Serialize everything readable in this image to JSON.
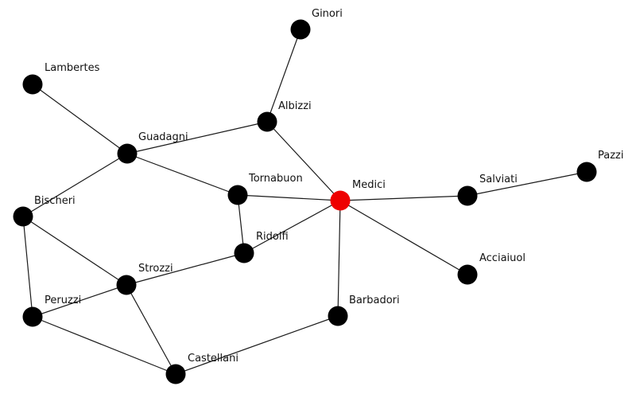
{
  "colors": {
    "default_node": "#000000",
    "highlight_node": "#ee0000",
    "edge": "#1a1a1a",
    "background": "#ffffff"
  },
  "highlighted_node": "Medici",
  "nodes": [
    {
      "id": "Ginori",
      "label": "Ginori"
    },
    {
      "id": "Lambertes",
      "label": "Lambertes"
    },
    {
      "id": "Albizzi",
      "label": "Albizzi"
    },
    {
      "id": "Guadagni",
      "label": "Guadagni"
    },
    {
      "id": "Pazzi",
      "label": "Pazzi"
    },
    {
      "id": "Tornabuon",
      "label": "Tornabuon"
    },
    {
      "id": "Medici",
      "label": "Medici"
    },
    {
      "id": "Salviati",
      "label": "Salviati"
    },
    {
      "id": "Bischeri",
      "label": "Bischeri"
    },
    {
      "id": "Ridolfi",
      "label": "Ridolfi"
    },
    {
      "id": "Acciaiuol",
      "label": "Acciaiuol"
    },
    {
      "id": "Strozzi",
      "label": "Strozzi"
    },
    {
      "id": "Peruzzi",
      "label": "Peruzzi"
    },
    {
      "id": "Barbadori",
      "label": "Barbadori"
    },
    {
      "id": "Castellani",
      "label": "Castellani"
    }
  ],
  "edges": [
    [
      "Ginori",
      "Albizzi"
    ],
    [
      "Albizzi",
      "Guadagni"
    ],
    [
      "Albizzi",
      "Medici"
    ],
    [
      "Lambertes",
      "Guadagni"
    ],
    [
      "Guadagni",
      "Bischeri"
    ],
    [
      "Guadagni",
      "Tornabuon"
    ],
    [
      "Tornabuon",
      "Medici"
    ],
    [
      "Tornabuon",
      "Ridolfi"
    ],
    [
      "Medici",
      "Ridolfi"
    ],
    [
      "Medici",
      "Salviati"
    ],
    [
      "Medici",
      "Acciaiuol"
    ],
    [
      "Medici",
      "Barbadori"
    ],
    [
      "Salviati",
      "Pazzi"
    ],
    [
      "Bischeri",
      "Strozzi"
    ],
    [
      "Bischeri",
      "Peruzzi"
    ],
    [
      "Ridolfi",
      "Strozzi"
    ],
    [
      "Strozzi",
      "Peruzzi"
    ],
    [
      "Strozzi",
      "Castellani"
    ],
    [
      "Peruzzi",
      "Castellani"
    ],
    [
      "Barbadori",
      "Castellani"
    ]
  ]
}
